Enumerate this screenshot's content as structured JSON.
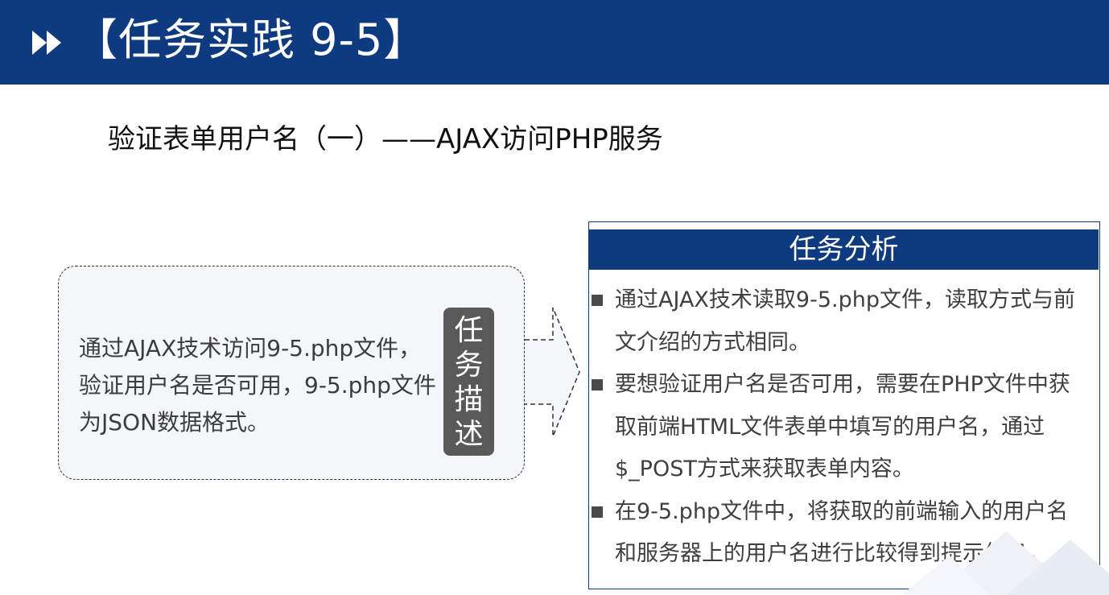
{
  "header": {
    "title": "【任务实践 9-5】",
    "icon": "fast-forward-icon",
    "background": "#0e3a80"
  },
  "subtitle": "验证表单用户名（一）——AJAX访问PHP服务",
  "task_description": {
    "text": "通过AJAX技术访问9-5.php文件，验证用户名是否可用，9-5.php文件为JSON数据格式。",
    "tag_chars": [
      "任",
      "务",
      "描",
      "述"
    ]
  },
  "task_analysis": {
    "title": "任务分析",
    "items": [
      "通过AJAX技术读取9-5.php文件，读取方式与前文介绍的方式相同。",
      "要想验证用户名是否可用，需要在PHP文件中获取前端HTML文件表单中填写的用户名，通过$_POST方式来获取表单内容。",
      "在9-5.php文件中，将获取的前端输入的用户名和服务器上的用户名进行比较得到提示信息。"
    ]
  },
  "colors": {
    "accent": "#0e3a80",
    "tag": "#595959",
    "desc_background": "#f4f7fa"
  }
}
